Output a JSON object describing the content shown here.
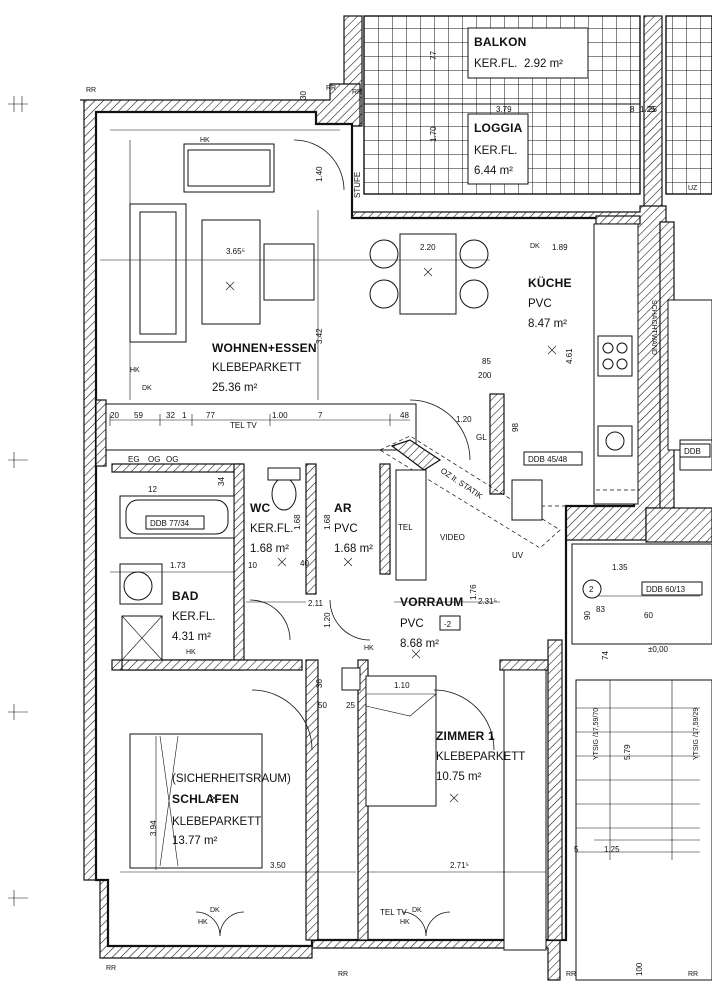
{
  "rooms": {
    "balkon": {
      "name": "BALKON",
      "floor": "KER.FL.",
      "area": "2.92 m²"
    },
    "loggia": {
      "name": "LOGGIA",
      "floor": "KER.FL.",
      "area": "6.44 m²"
    },
    "wohnen": {
      "name": "WOHNEN+ESSEN",
      "floor": "KLEBEPARKETT",
      "area": "25.36 m²"
    },
    "kueche": {
      "name": "KÜCHE",
      "floor": "PVC",
      "area": "8.47 m²"
    },
    "wc": {
      "name": "WC",
      "floor": "KER.FL.",
      "area": "1.68 m²"
    },
    "ar": {
      "name": "AR",
      "floor": "PVC",
      "area": "1.68 m²"
    },
    "bad": {
      "name": "BAD",
      "floor": "KER.FL.",
      "area": "4.31 m²"
    },
    "vorraum": {
      "name": "VORRAUM",
      "floor": "PVC",
      "area": "8.68 m²",
      "level_tag": "-2"
    },
    "schlafen": {
      "name": "(SICHERHEITSRAUM)",
      "name2": "SCHLAFEN",
      "floor": "KLEBEPARKETT",
      "area": "13.77 m²"
    },
    "zimmer1": {
      "name": "ZIMMER 1",
      "floor": "KLEBEPARKETT",
      "area": "10.75 m²"
    }
  },
  "labels": {
    "stufe": "STUFE",
    "video": "VIDEO",
    "uv": "UV",
    "statik": "OZ lt. STATIK",
    "tel_tv_top": "TEL TV",
    "tel_tv_bottom": "TEL TV",
    "tel_ar": "TEL",
    "gl": "GL",
    "eg_og": [
      "EG",
      "OG",
      "OG"
    ],
    "level_zero": "±0,00",
    "stair_no": "2",
    "ddb_bath": "DDB 77/34",
    "ddb_kitchen": "DDB 45/48",
    "ddb_stair": "DDB 60/13",
    "ddb_right": "DDB",
    "schacht": "SCHACHTWAND",
    "ytsig1": "YTSIG /17,59/70",
    "ytsig2": "YTSIG /17,59/29",
    "uz": "UZ",
    "hk": "HK",
    "dk": "DK",
    "rr": "RR",
    "frame_values": [
      "30",
      "RR",
      "RR"
    ]
  },
  "dimensions": {
    "wohnen_width": "3.65⁵",
    "essen_width": "2.20",
    "wohnen_depth": "3.42",
    "wall_140": "1.40",
    "loggia_width": "3.79",
    "loggia_depth": "1.70",
    "balkon_depth": "77",
    "loggia_small": "1.25",
    "k_189": "1.89",
    "k_461": "4.61",
    "k_85": "85",
    "k_200": "200",
    "row_20": "20",
    "row_59": "59",
    "row_32": "32",
    "row_1": "1",
    "row_77": "77",
    "row_100": "1.00",
    "row_7": "7",
    "row_48": "48",
    "row_120": "1.20",
    "row_98": "98",
    "row_34": "34",
    "row_12": "12",
    "bad_173": "1.73",
    "wc_168": "1.68",
    "ar_168": "1.68",
    "bad_10": "10",
    "vor_211": "2.11",
    "vor_120": "1.20",
    "vor_176": "1.76",
    "vor_231": "2.31⁵",
    "vor_40": "40",
    "zi_110": "1.10",
    "zi_36": "36",
    "zi_50": "50",
    "zi_25": "25",
    "sch_350": "3.50",
    "sch_394": "3.94",
    "zi_271": "2.71⁵",
    "stair_135": "1.35",
    "stair_83": "83",
    "stair_60": "60",
    "stair_74": "74",
    "stair_579": "5.79",
    "stair_125": "1.25",
    "stair_90": "90",
    "stair_5": "5",
    "bottom_100": "100",
    "dim_8": "8",
    "dim_25": "25"
  }
}
